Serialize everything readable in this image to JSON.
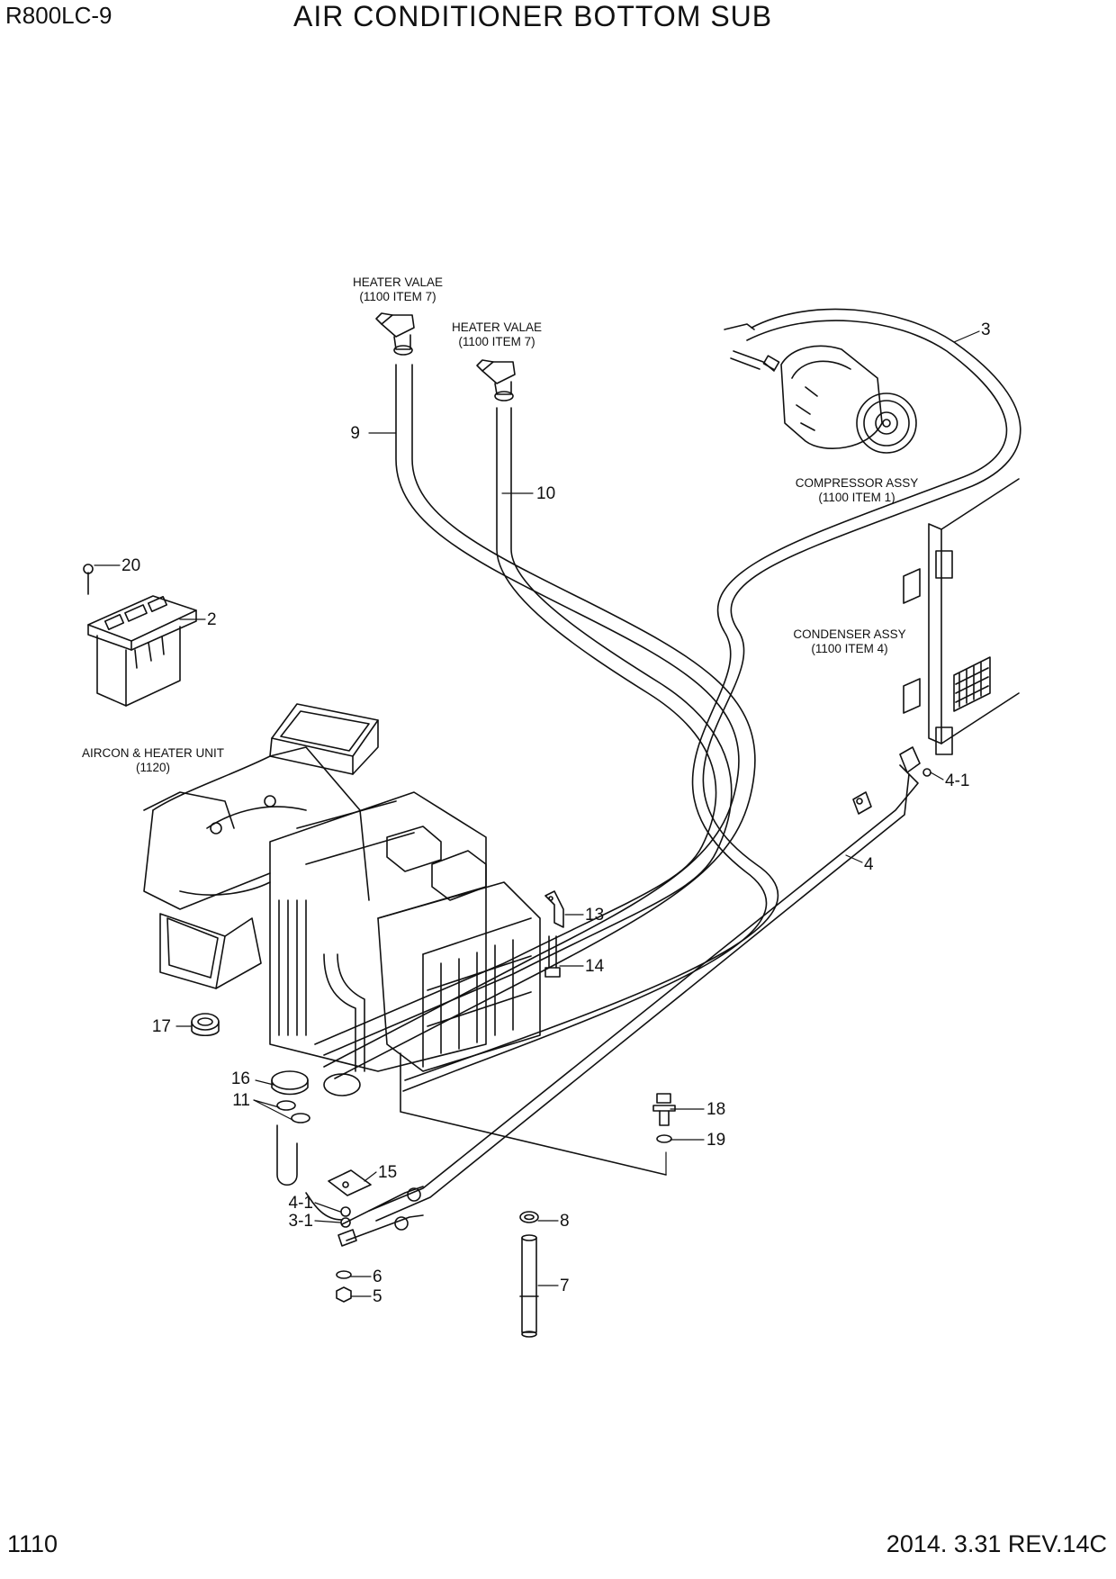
{
  "header": {
    "model": "R800LC-9",
    "title": "AIR CONDITIONER BOTTOM SUB"
  },
  "footer": {
    "page_number": "1110",
    "revision": "2014. 3.31  REV.14C"
  },
  "reference_labels": {
    "heater_valve_a": [
      "HEATER VALAE",
      "(1100 ITEM 7)"
    ],
    "heater_valve_b": [
      "HEATER VALAE",
      "(1100 ITEM 7)"
    ],
    "compressor": [
      "COMPRESSOR ASSY",
      "(1100 ITEM 1)"
    ],
    "condenser": [
      "CONDENSER ASSY",
      "(1100 ITEM 4)"
    ],
    "unit": [
      "AIRCON & HEATER UNIT",
      "(1120)"
    ]
  },
  "callouts": {
    "n2": "2",
    "n3": "3",
    "n3_1": "3-1",
    "n4": "4",
    "n4_1_top": "4-1",
    "n4_1_bottom": "4-1",
    "n5": "5",
    "n6": "6",
    "n7": "7",
    "n8": "8",
    "n9": "9",
    "n10": "10",
    "n11": "11",
    "n13": "13",
    "n14": "14",
    "n15": "15",
    "n16": "16",
    "n17": "17",
    "n18": "18",
    "n19": "19",
    "n20": "20"
  }
}
